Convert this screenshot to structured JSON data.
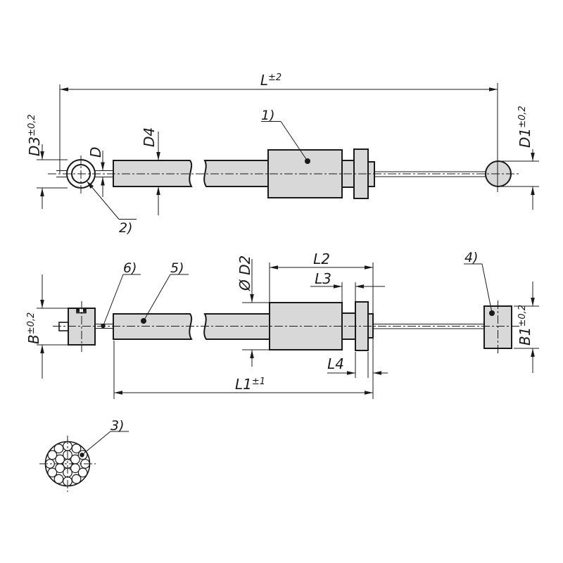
{
  "drawing": {
    "background_color": "#ffffff",
    "line_color": "#1a1a1a",
    "part_fill_color": "#d8d8d8",
    "dims": {
      "L": {
        "label": "L",
        "tol": "±2"
      },
      "L1": {
        "label": "L1",
        "tol": "±1"
      },
      "L2": {
        "label": "L2"
      },
      "L3": {
        "label": "L3"
      },
      "L4": {
        "label": "L4"
      },
      "D": {
        "label": "D"
      },
      "D1": {
        "label": "D1",
        "tol": "±0,2"
      },
      "D2": {
        "label": "Ø D2"
      },
      "D3": {
        "label": "D3",
        "tol": "±0,2"
      },
      "D4": {
        "label": "D4"
      },
      "B": {
        "label": "B",
        "tol": "±0,2"
      },
      "B1": {
        "label": "B1",
        "tol": "±0,2"
      }
    },
    "callouts": {
      "c1": "1)",
      "c2": "2)",
      "c3": "3)",
      "c4": "4)",
      "c5": "5)",
      "c6": "6)"
    }
  }
}
